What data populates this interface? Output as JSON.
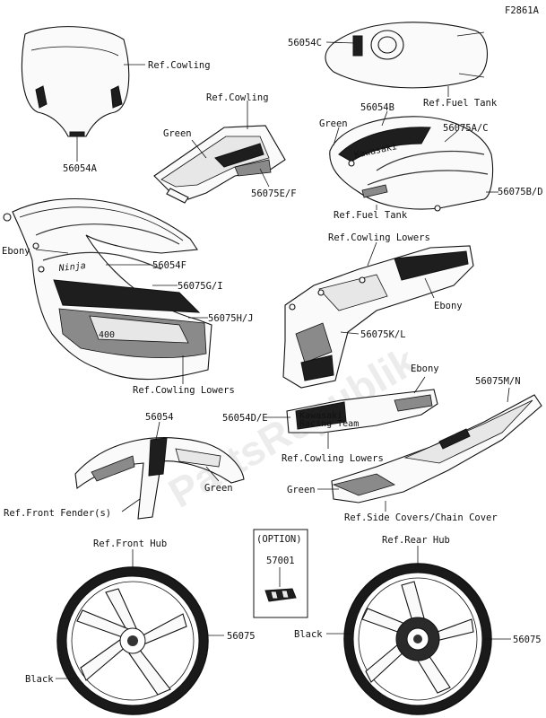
{
  "figure_id": "F2861A",
  "watermark": "PartsRepublik",
  "option_box": {
    "title": "(OPTION)",
    "part": "57001"
  },
  "labels": {
    "ref_cowling_windscreen": "Ref.Cowling",
    "part_56054A": "56054A",
    "ref_cowling_side": "Ref.Cowling",
    "green_1": "Green",
    "part_56075EF": "56075E/F",
    "part_56054C": "56054C",
    "ref_fuel_tank_1": "Ref.Fuel Tank",
    "part_56054B": "56054B",
    "green_2": "Green",
    "part_56075AC": "56075A/C",
    "part_56075BD": "56075B/D",
    "ref_fuel_tank_2": "Ref.Fuel Tank",
    "ebony_1": "Ebony",
    "part_56054F": "56054F",
    "part_56075GI": "56075G/I",
    "part_56075HJ": "56075H/J",
    "ref_cowling_lowers_1": "Ref.Cowling Lowers",
    "ref_cowling_lowers_2": "Ref.Cowling Lowers",
    "ebony_2": "Ebony",
    "part_56075KL": "56075K/L",
    "ebony_3": "Ebony",
    "part_56075MN": "56075M/N",
    "part_56054DE": "56054D/E",
    "ref_cowling_lowers_3": "Ref.Cowling Lowers",
    "part_56054": "56054",
    "green_3": "Green",
    "ref_front_fender": "Ref.Front Fender(s)",
    "green_4": "Green",
    "ref_side_covers": "Ref.Side Covers/Chain Cover",
    "ref_front_hub": "Ref.Front Hub",
    "ref_rear_hub": "Ref.Rear Hub",
    "part_56075_front": "56075",
    "part_56075_rear": "56075",
    "black_front": "Black",
    "black_rear": "Black"
  },
  "decals": {
    "ninja": "Ninja",
    "kawasaki_tank": "Kawasaki",
    "kawasaki_tail": "Kawasaki",
    "racing_team": "Racing Team",
    "model_400": "400"
  }
}
